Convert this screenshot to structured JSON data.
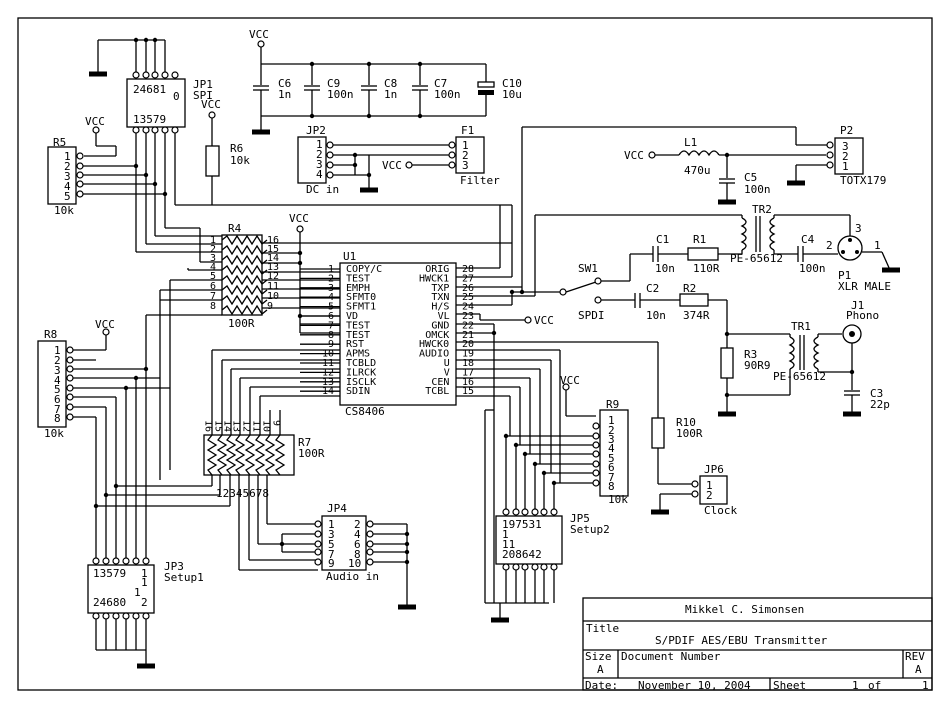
{
  "vcc": "VCC",
  "caps_top": {
    "c6": {
      "ref": "C6",
      "val": "1n"
    },
    "c9": {
      "ref": "C9",
      "val": "100n"
    },
    "c8": {
      "ref": "C8",
      "val": "1n"
    },
    "c7": {
      "ref": "C7",
      "val": "100n"
    },
    "c10": {
      "ref": "C10",
      "val": "10u"
    }
  },
  "jp1": {
    "ref": "JP1",
    "name": "SPI",
    "top_pins": "24681",
    "top_pin_extra": "0",
    "bottom_pins": "13579"
  },
  "r6": {
    "ref": "R6",
    "val": "10k"
  },
  "r5": {
    "ref": "R5",
    "val": "10k",
    "pins": [
      "1",
      "2",
      "3",
      "4",
      "5"
    ]
  },
  "jp2": {
    "ref": "JP2",
    "name": "DC in",
    "pins": [
      "1",
      "2",
      "3",
      "4"
    ]
  },
  "f1": {
    "ref": "F1",
    "name": "Filter",
    "pins": [
      "1",
      "2",
      "3"
    ]
  },
  "l1": {
    "ref": "L1",
    "val": "470u"
  },
  "c5": {
    "ref": "C5",
    "val": "100n"
  },
  "p2": {
    "ref": "P2",
    "name": "TOTX179",
    "pins": [
      "3",
      "2",
      "1"
    ]
  },
  "r4": {
    "ref": "R4",
    "val": "100R",
    "left_pins": [
      "1",
      "2",
      "3",
      "4",
      "5",
      "6",
      "7",
      "8"
    ],
    "right_pins": [
      "16",
      "15",
      "14",
      "13",
      "12",
      "11",
      "10",
      "9"
    ]
  },
  "u1": {
    "ref": "U1",
    "name": "CS8406",
    "left": [
      {
        "num": "1",
        "name": "COPY/C"
      },
      {
        "num": "2",
        "name": "TEST"
      },
      {
        "num": "3",
        "name": "EMPH"
      },
      {
        "num": "4",
        "name": "SFMT0"
      },
      {
        "num": "5",
        "name": "SFMT1"
      },
      {
        "num": "6",
        "name": "VD"
      },
      {
        "num": "7",
        "name": "TEST"
      },
      {
        "num": "8",
        "name": "TEST"
      },
      {
        "num": "9",
        "name": "RST"
      },
      {
        "num": "10",
        "name": "APMS"
      },
      {
        "num": "11",
        "name": "TCBLD"
      },
      {
        "num": "12",
        "name": "ILRCK"
      },
      {
        "num": "13",
        "name": "ISCLK"
      },
      {
        "num": "14",
        "name": "SDIN"
      }
    ],
    "right": [
      {
        "num": "28",
        "name": "ORIG"
      },
      {
        "num": "27",
        "name": "HWCK1"
      },
      {
        "num": "26",
        "name": "TXP"
      },
      {
        "num": "25",
        "name": "TXN"
      },
      {
        "num": "24",
        "name": "H/S"
      },
      {
        "num": "23",
        "name": "VL"
      },
      {
        "num": "22",
        "name": "GND"
      },
      {
        "num": "21",
        "name": "OMCK"
      },
      {
        "num": "20",
        "name": "HWCK0"
      },
      {
        "num": "19",
        "name": "AUDIO"
      },
      {
        "num": "18",
        "name": "U"
      },
      {
        "num": "17",
        "name": "V"
      },
      {
        "num": "16",
        "name": "CEN"
      },
      {
        "num": "15",
        "name": "TCBL"
      }
    ]
  },
  "sw1": {
    "ref": "SW1",
    "spdi": "SPDI"
  },
  "c1": {
    "ref": "C1",
    "val": "10n"
  },
  "r1": {
    "ref": "R1",
    "val": "110R"
  },
  "tr2": {
    "ref": "TR2",
    "val": "PE-65612"
  },
  "c4": {
    "ref": "C4",
    "val": "100n"
  },
  "p1": {
    "ref": "P1",
    "name": "XLR MALE",
    "pins": [
      "3",
      "2",
      "1"
    ]
  },
  "c2": {
    "ref": "C2",
    "val": "10n"
  },
  "r2": {
    "ref": "R2",
    "val": "374R"
  },
  "r3": {
    "ref": "R3",
    "val": "90R9"
  },
  "tr1": {
    "ref": "TR1",
    "val": "PE-65612"
  },
  "j1": {
    "ref": "J1",
    "name": "Phono"
  },
  "c3": {
    "ref": "C3",
    "val": "22p"
  },
  "r8": {
    "ref": "R8",
    "val": "10k",
    "pins": [
      "1",
      "2",
      "3",
      "4",
      "5",
      "6",
      "7",
      "8"
    ]
  },
  "r7": {
    "ref": "R7",
    "val": "100R",
    "top_pins": [
      "16",
      "15",
      "14",
      "13",
      "12",
      "11",
      "10",
      "9"
    ],
    "bottom_pins": "12345678"
  },
  "r9": {
    "ref": "R9",
    "val": "10k",
    "pins": [
      "1",
      "2",
      "3",
      "4",
      "5",
      "6",
      "7",
      "8"
    ]
  },
  "r10": {
    "ref": "R10",
    "val": "100R"
  },
  "jp6": {
    "ref": "JP6",
    "name": "Clock",
    "pins": [
      "1",
      "2"
    ]
  },
  "jp3": {
    "ref": "JP3",
    "name": "Setup1",
    "top_pins": "13579",
    "top_extra": "1",
    "top_extra2": "1",
    "bottom_pins": "24680",
    "bottom_extra": "1",
    "bottom_extra2": "2"
  },
  "jp4": {
    "ref": "JP4",
    "name": "Audio in",
    "left_pins": [
      "1",
      "3",
      "5",
      "7",
      "9"
    ],
    "right_pins": [
      "2",
      "4",
      "6",
      "8",
      "10"
    ]
  },
  "jp5": {
    "ref": "JP5",
    "name": "Setup2",
    "top_pins": "197531",
    "top_extra": "1",
    "bottom_pins": "208642",
    "bottom_extra": "11"
  },
  "title_block": {
    "author": "Mikkel C. Simonsen",
    "title_label": "Title",
    "title": "S/PDIF AES/EBU Transmitter",
    "size_label": "Size",
    "size": "A",
    "docnum_label": "Document Number",
    "rev_label": "REV",
    "rev": "A",
    "date_label": "Date:",
    "date": "November 10, 2004",
    "sheet_label": "Sheet",
    "sheet": "1",
    "of_label": "of",
    "sheets": "1"
  }
}
